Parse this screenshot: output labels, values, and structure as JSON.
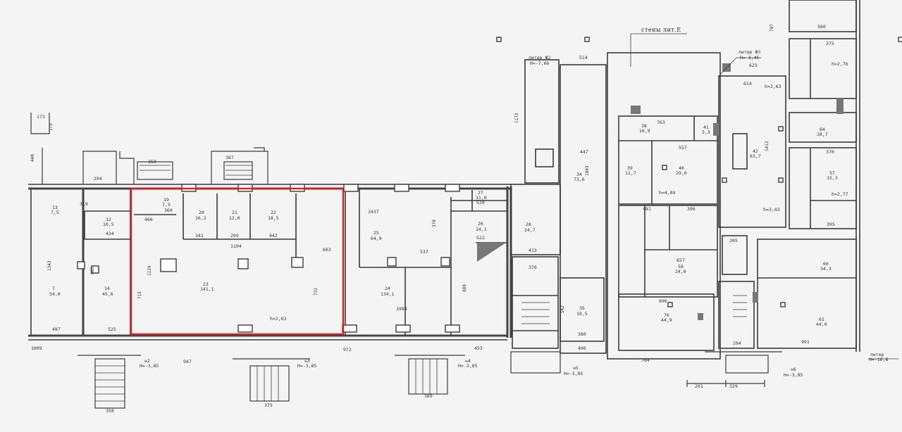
{
  "labels": {
    "walls_title": "стены лит.Е",
    "liter_z2": "литер Ж2",
    "h_z2": "Н=-7,66",
    "liter_z3": "литер Ж3",
    "h_z3": "Н=-3,45",
    "liter_right": "литер",
    "h_right": "Н=-16,8",
    "entr2": "н2",
    "h2": "Н=-3,85",
    "entr3": "н3",
    "h3": "Н=-3,85",
    "entr4": "н4",
    "h4": "Н=-3,85",
    "entr5": "н5",
    "h5": "Н=-3,85",
    "entr6": "н6",
    "h6": "Н=-3,85",
    "room23_num": "23",
    "room23_area": "141,1",
    "room23_h": "h=2,63",
    "room7_num": "7",
    "room7_area": "54,0",
    "room14_num": "14",
    "room14_area": "45,6",
    "room24_num": "24",
    "room24_area": "134,1",
    "room25_num": "25",
    "room25_area": "64,9",
    "room26_num": "26",
    "room26_area": "14,1",
    "room27_num": "27",
    "room27_area": "11,0",
    "room28_num": "28",
    "room28_area": "24,7",
    "room20_num": "20",
    "room20_area": "16,2",
    "room21_num": "21",
    "room21_area": "12,0",
    "room22_num": "22",
    "room22_area": "18,5",
    "room19_num": "19",
    "room19_area": "7,5",
    "room12_num": "12",
    "room12_area": "10,5",
    "room13_num": "13",
    "room13_area": "7,5",
    "room34_num": "34",
    "room34_area": "73,6",
    "room35_num": "35",
    "room35_area": "19,5",
    "room38_num": "38",
    "room38_area": "16,9",
    "room39_num": "39",
    "room39_area": "11,7",
    "room40_num": "40",
    "room40_area": "29,0",
    "room41_num": "41",
    "room41_area": "3,3",
    "room42_num": "42",
    "room42_area": "63,7",
    "room58_num": "58",
    "room58_area": "24,0",
    "room76_num": "76",
    "room76_area": "44,9",
    "room60_num": "60",
    "room60_area": "34,3",
    "room61_num": "61",
    "room61_area": "44,0",
    "room57_num": "57",
    "room57_area": "15,3",
    "room64_num": "64",
    "room64_area": "28,7",
    "dims": {
      "d1437": "1437",
      "d603": "603",
      "d1104": "1104",
      "d1984": "1984",
      "d1129": "1129",
      "d732": "732",
      "d715": "715",
      "d537": "537",
      "d522": "522",
      "d889": "889",
      "d1343": "1343",
      "d883": "883",
      "d487": "487",
      "d525": "525",
      "d1009": "1009",
      "d947": "947",
      "d972": "972",
      "d453": "453",
      "d466": "466",
      "d360": "360",
      "d341": "341",
      "d295": "295",
      "d442": "442",
      "d434": "434",
      "d319": "319",
      "d763": "763",
      "d557": "557",
      "d896": "896",
      "d784": "784",
      "d901": "901",
      "d614": "614",
      "d623": "623",
      "d514": "514",
      "d447": "447",
      "d1803": "1803",
      "d1413": "1413",
      "d413": "413",
      "d376": "376",
      "d380": "380",
      "d406": "406",
      "d562": "562",
      "d173": "173",
      "d175": "175",
      "d440": "440",
      "d294": "294",
      "d350": "350",
      "d387": "387",
      "d370": "370",
      "d201": "201",
      "d329": "329",
      "d294b": "294",
      "d358": "358",
      "d375": "375",
      "d369": "369",
      "d520": "520",
      "d560": "560",
      "d375b": "375",
      "d395": "395",
      "d370b": "370",
      "d481": "481",
      "d396": "396",
      "d657": "657",
      "d205": "205",
      "d1173": "1173",
      "d707": "707"
    },
    "heights": {
      "h409": "h=4,09",
      "h343": "h=3,43",
      "h277": "h=2,77",
      "h263b": "h=2,63",
      "h276": "h=2,76"
    }
  },
  "colors": {
    "highlight": "#d42020",
    "line": "#3a3a3a",
    "paper": "#f4f4f4"
  }
}
